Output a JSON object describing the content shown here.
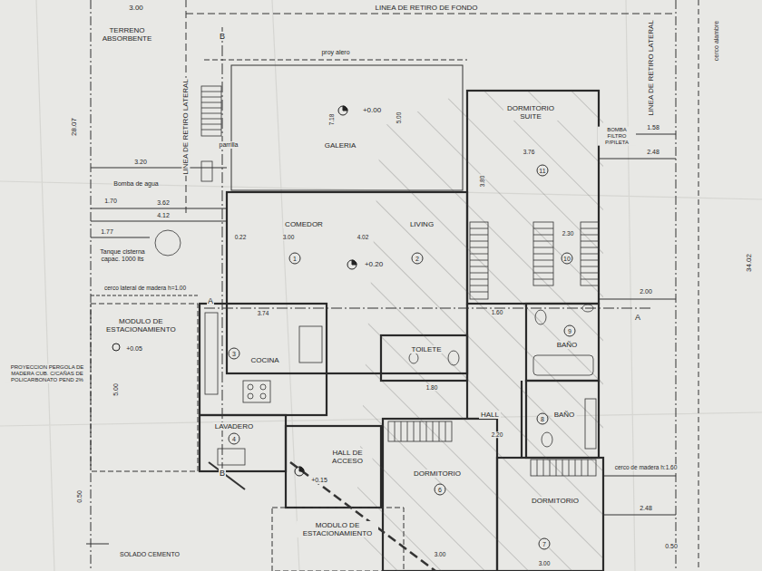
{
  "diagram": {
    "nodes": [
      {
        "text": [
          "GALERIA"
        ]
      },
      {
        "text": [
          "DORMITORIO SUITE"
        ]
      },
      {
        "text": [
          "COMEDOR"
        ]
      },
      {
        "text": [
          "LIVING"
        ]
      },
      {
        "text": [
          "MODULO DE ESTACIONAMIENTO"
        ]
      },
      {
        "text": [
          "COCINA"
        ]
      },
      {
        "text": [
          "TOILETE"
        ]
      },
      {
        "text": [
          "BAÑO"
        ]
      },
      {
        "text": [
          "HALL"
        ]
      },
      {
        "text": [
          "BAÑO"
        ]
      },
      {
        "text": [
          "LAVADERO"
        ]
      },
      {
        "text": [
          "HALL DE ACCESO"
        ]
      },
      {
        "text": [
          "DORMITORIO"
        ]
      },
      {
        "text": [
          "DORMITORIO"
        ]
      },
      {
        "text": [
          "MODULO DE ESTACIONAMIENTO"
        ]
      }
    ],
    "labels": [
      "3.00",
      "LINEA DE RETIRO DE FONDO",
      "TERRENO ABSORBENTE",
      "LINEA DE RETIRO LATERAL",
      "LINEA DE RETIRO LATERAL",
      "cerco alambre",
      "28.07",
      "34.02",
      "proy alero",
      "+0.00",
      "parrilla",
      "BOMBA FILTRO P/PILETA",
      "1.58",
      "2.48",
      "3.20",
      "Bomba de agua",
      "1.70",
      "3.62",
      "4.12",
      "1.77",
      "Tanque cisterna capac. 1000 lts",
      "cerco lateral de madera h=1.00",
      "+0.20",
      "1",
      "2",
      "11",
      "10",
      "9",
      "3",
      "4",
      "8",
      "6",
      "7",
      "+0.05",
      "PROYECCION PERGOLA DE MADERA CUB. C/CAÑAS DE POLICARBONATO PEND 2%",
      "5.00",
      "2.00",
      "A",
      "A",
      "B",
      "B",
      "+0.15",
      "cerco de madera h:1.60",
      "2.48",
      "0.50",
      "0.50",
      "SOLADO CEMENTO",
      "5.00",
      "7.18",
      "3.00",
      "4.02",
      "0.22",
      "3.76",
      "3.80",
      "2.30",
      "1.60",
      "1.80",
      "3.74",
      "2.20",
      "3.00",
      "3.00"
    ]
  }
}
